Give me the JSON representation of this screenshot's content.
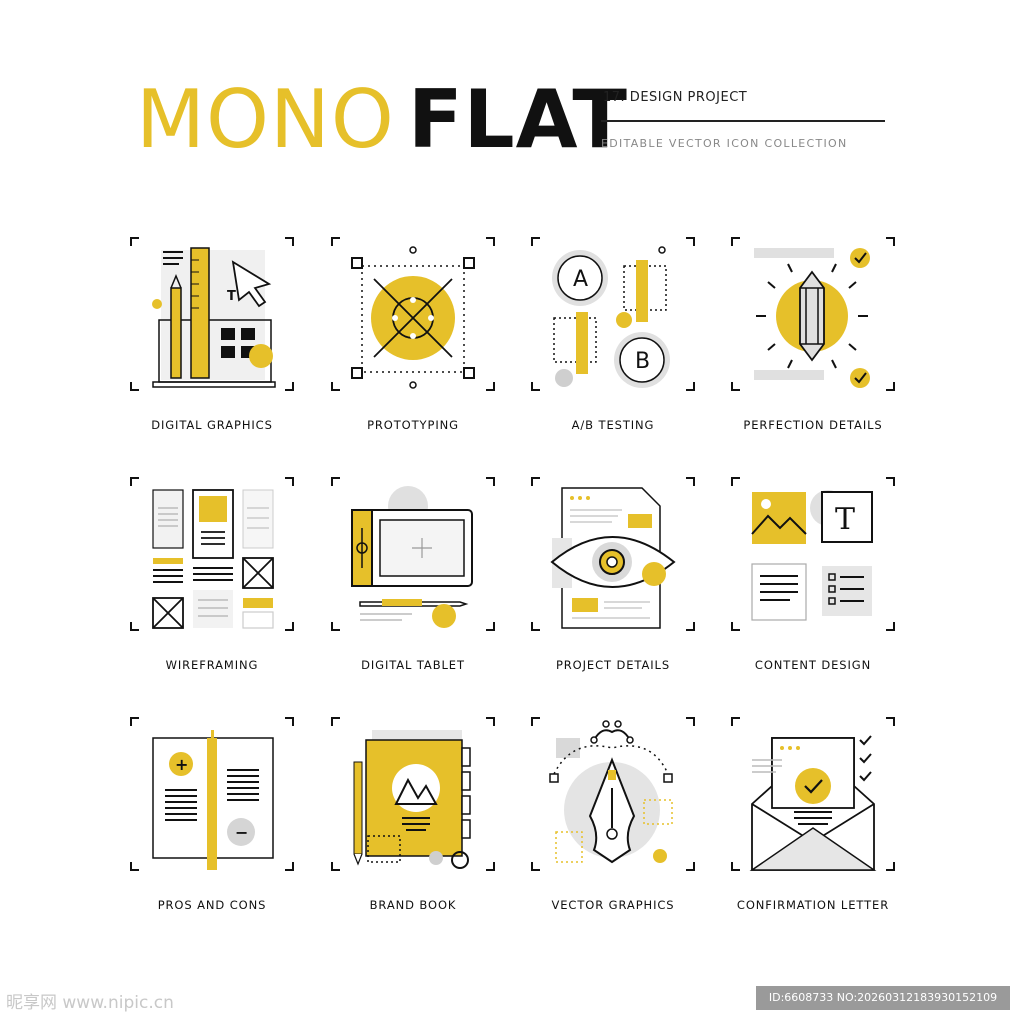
{
  "header": {
    "brand_part_a": "MONO",
    "brand_part_b": "FLAT",
    "subtitle": "17. DESIGN PROJECT",
    "tagline": "EDITABLE VECTOR ICON COLLECTION"
  },
  "colors": {
    "accent": "#e6c02a",
    "ink": "#111111",
    "gray": "#d9d9d9"
  },
  "icons": [
    {
      "label": "DIGITAL GRAPHICS",
      "icon": "digital-graphics-icon"
    },
    {
      "label": "PROTOTYPING",
      "icon": "prototyping-icon"
    },
    {
      "label": "A/B TESTING",
      "icon": "ab-testing-icon"
    },
    {
      "label": "PERFECTION DETAILS",
      "icon": "perfection-details-icon"
    },
    {
      "label": "WIREFRAMING",
      "icon": "wireframing-icon"
    },
    {
      "label": "DIGITAL TABLET",
      "icon": "digital-tablet-icon"
    },
    {
      "label": "PROJECT DETAILS",
      "icon": "project-details-icon"
    },
    {
      "label": "CONTENT DESIGN",
      "icon": "content-design-icon"
    },
    {
      "label": "PROS AND CONS",
      "icon": "pros-and-cons-icon"
    },
    {
      "label": "BRAND BOOK",
      "icon": "brand-book-icon"
    },
    {
      "label": "VECTOR GRAPHICS",
      "icon": "vector-graphics-icon"
    },
    {
      "label": "CONFIRMATION LETTER",
      "icon": "confirmation-letter-icon"
    }
  ],
  "glyphs": {
    "text_tool": "T",
    "variant_a": "A",
    "variant_b": "B",
    "plus": "+",
    "minus": "−"
  },
  "watermark": {
    "site": "昵享网 www.nipic.cn",
    "id_text": "ID:6608733 NO:20260312183930152109"
  }
}
